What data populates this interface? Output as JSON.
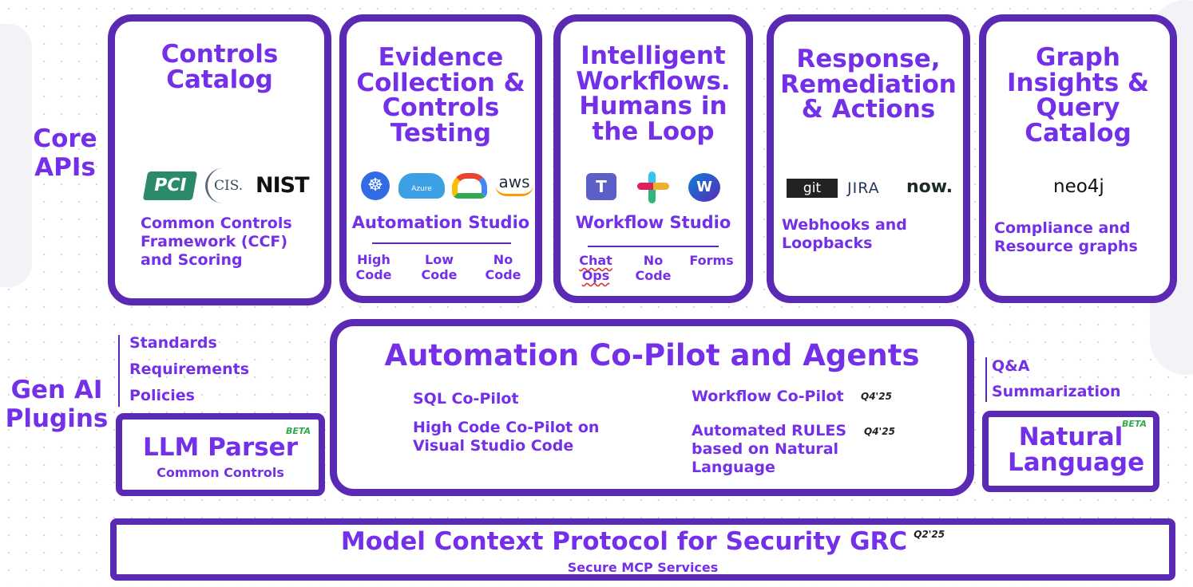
{
  "side_labels": {
    "core_apis": "Core APIs",
    "gen_ai_plugins": "Gen AI Plugins"
  },
  "controls_catalog": {
    "title": "Controls Catalog",
    "logos": [
      "PCI",
      "CIS.",
      "NIST"
    ],
    "description": "Common Controls Framework (CCF) and Scoring"
  },
  "evidence": {
    "title": "Evidence Collection & Controls Testing",
    "logos": [
      "kubernetes",
      "Azure",
      "google-cloud",
      "aws"
    ],
    "studio": "Automation Studio",
    "options": [
      {
        "line1": "High",
        "line2": "Code"
      },
      {
        "line1": "Low",
        "line2": "Code"
      },
      {
        "line1": "No",
        "line2": "Code"
      }
    ]
  },
  "workflows": {
    "title": "Intelligent Workflows. Humans in the Loop",
    "logos": [
      "teams",
      "slack",
      "webex"
    ],
    "studio": "Workflow Studio",
    "options": [
      {
        "line1": "Chat",
        "line2": "Ops"
      },
      {
        "line1": "No",
        "line2": "Code"
      },
      {
        "line1": "Forms",
        "line2": ""
      }
    ]
  },
  "response": {
    "title": "Response, Remediation & Actions",
    "logos": [
      "git",
      "JIRA",
      "now."
    ],
    "description": "Webhooks and Loopbacks"
  },
  "graph": {
    "title": "Graph Insights & Query Catalog",
    "logo": "neo4j",
    "description": "Compliance and Resource graphs"
  },
  "left_plugins": [
    "Standards",
    "Requirements",
    "Policies"
  ],
  "llm_parser": {
    "title": "LLM Parser",
    "subtitle": "Common Controls",
    "badge": "BETA"
  },
  "copilot": {
    "title": "Automation Co-Pilot and Agents",
    "items": [
      {
        "label": "SQL Co-Pilot",
        "tag": ""
      },
      {
        "label": "High Code Co-Pilot on Visual Studio Code",
        "tag": ""
      },
      {
        "label": "Workflow Co-Pilot",
        "tag": "Q4'25"
      },
      {
        "label": "Automated RULES based on Natural Language",
        "tag": "Q4'25"
      }
    ]
  },
  "right_plugins": [
    "Q&A",
    "Summarization"
  ],
  "natural_language": {
    "title": "Natural Language",
    "badge": "BETA"
  },
  "mcp": {
    "title": "Model Context Protocol for Security GRC",
    "tag": "Q2'25",
    "subtitle": "Secure MCP Services"
  },
  "colors": {
    "border": "#5a2ab5",
    "text": "#7430e8",
    "beta": "#2eaa4a"
  }
}
